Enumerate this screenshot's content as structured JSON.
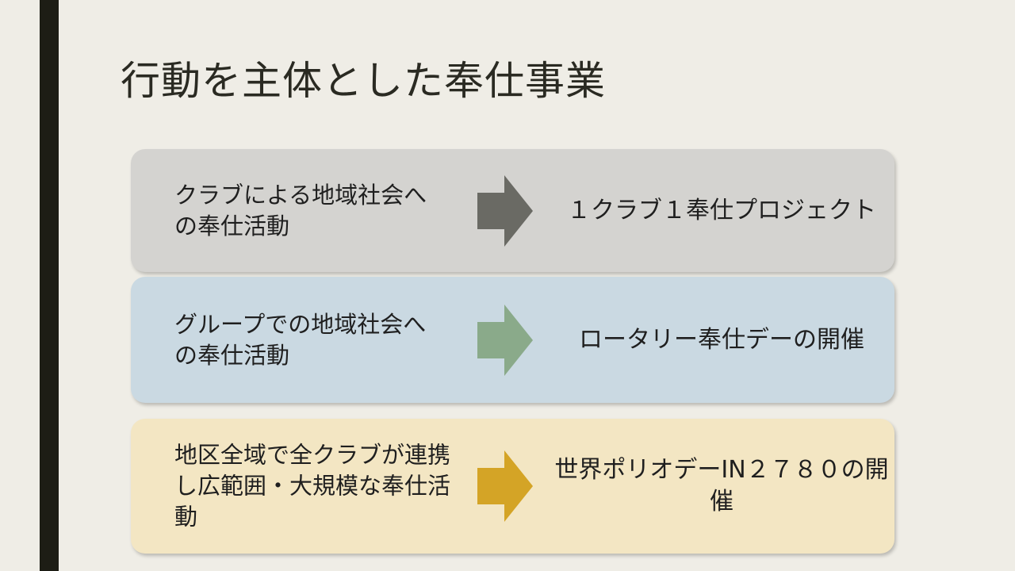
{
  "slide": {
    "title": "行動を主体とした奉仕事業"
  },
  "rows": [
    {
      "left_text": "クラブによる地域社会への奉仕活動",
      "right_text": "１クラブ１奉仕プロジェクト",
      "arrow_color": "#6a6a64",
      "bg_color": "#d4d3d0"
    },
    {
      "left_text": "グループでの地域社会への奉仕活動",
      "right_text": "ロータリー奉仕デーの開催",
      "arrow_color": "#8aaa8a",
      "bg_color": "#cad9e2"
    },
    {
      "left_text": "地区全域で全クラブが連携し広範囲・大規模な奉仕活動",
      "right_text": "世界ポリオデーIN２７８０の開催",
      "arrow_color": "#d4a426",
      "bg_color": "#f3e6c3"
    }
  ]
}
